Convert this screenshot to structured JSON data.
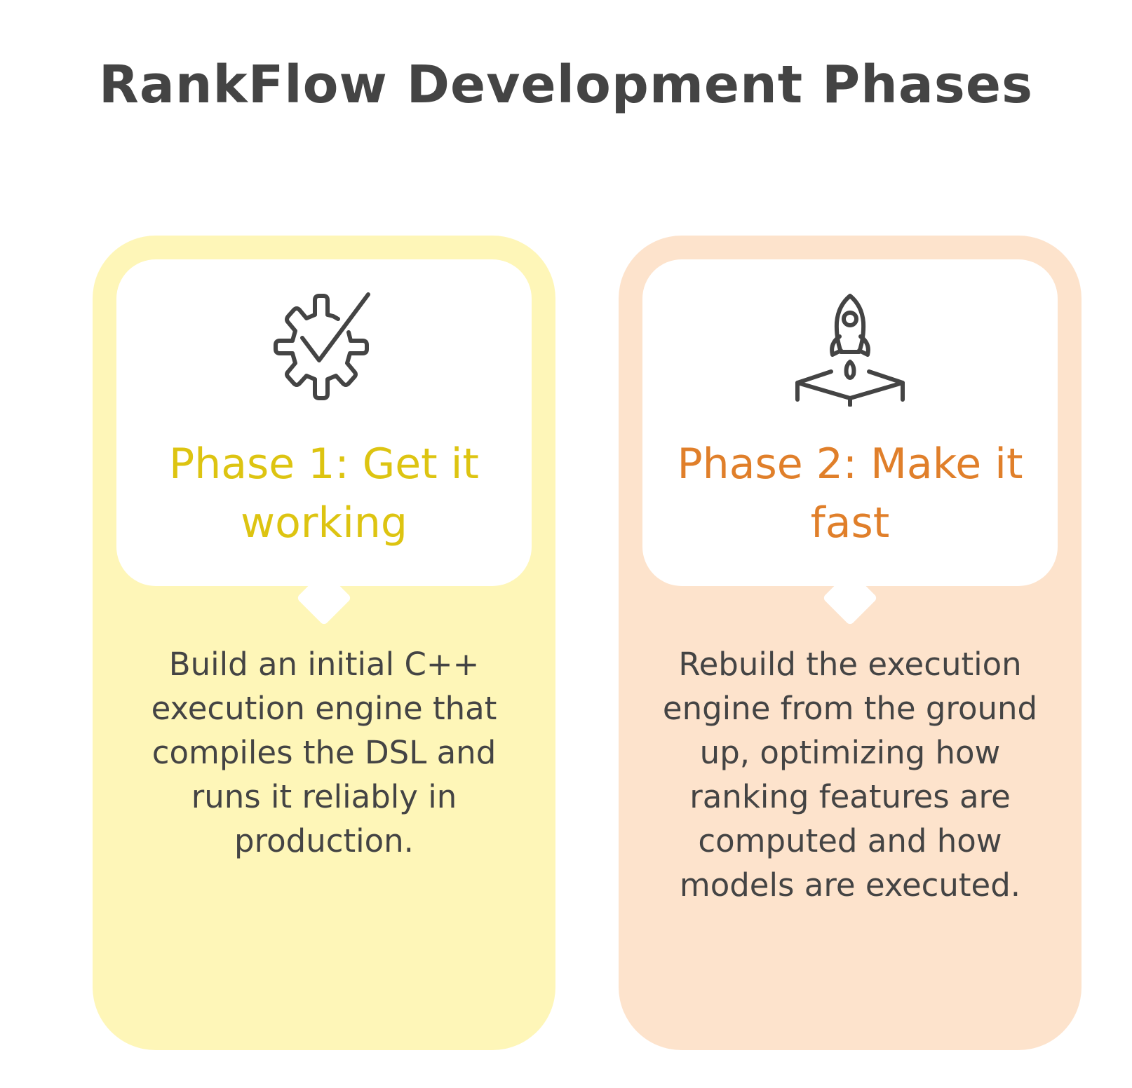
{
  "title": "RankFlow Development Phases",
  "phases": [
    {
      "icon": "gear-check-icon",
      "title": "Phase 1: Get it working",
      "description": "Build an initial C++ execution engine that compiles the DSL and runs it reliably in production.",
      "accent": "#ddc411",
      "background": "#fef6b8"
    },
    {
      "icon": "rocket-launch-icon",
      "title": "Phase 2: Make it fast",
      "description": "Rebuild the execution engine from the ground up, optimizing how ranking features are computed and how models are executed.",
      "accent": "#e07f2a",
      "background": "#fde3cc"
    }
  ]
}
